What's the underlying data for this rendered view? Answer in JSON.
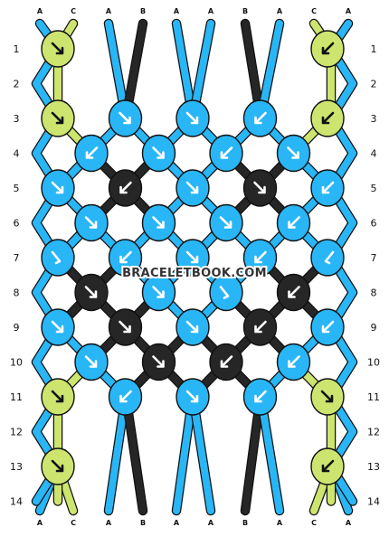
{
  "colors": {
    "A": "#29B6F6",
    "B": "#262626",
    "C": "#CDE56F"
  },
  "strings_top": [
    "A",
    "C",
    "A",
    "B",
    "A",
    "A",
    "B",
    "A",
    "C",
    "A"
  ],
  "strings_bottom": [
    "A",
    "C",
    "A",
    "B",
    "A",
    "A",
    "B",
    "A",
    "C",
    "A"
  ],
  "row_numbers": [
    "1",
    "2",
    "3",
    "4",
    "5",
    "6",
    "7",
    "8",
    "9",
    "10",
    "11",
    "12",
    "13",
    "14"
  ],
  "watermark": "BRACELETBOOK.COM",
  "rows": [
    {
      "knots": [
        {
          "color": "C",
          "dir": "right-down"
        },
        null,
        null,
        null,
        {
          "color": "C",
          "dir": "left-down"
        }
      ]
    },
    {
      "knots": []
    },
    {
      "knots": [
        {
          "color": "C",
          "dir": "right-down"
        },
        {
          "color": "A",
          "dir": "right-down"
        },
        {
          "color": "A",
          "dir": "right-down"
        },
        {
          "color": "A",
          "dir": "left-down"
        },
        {
          "color": "C",
          "dir": "left-down"
        }
      ]
    },
    {
      "knots": [
        {
          "color": "A",
          "dir": "left-down"
        },
        {
          "color": "A",
          "dir": "right-down"
        },
        {
          "color": "A",
          "dir": "left-down"
        },
        {
          "color": "A",
          "dir": "right-down"
        }
      ]
    },
    {
      "knots": [
        {
          "color": "A",
          "dir": "right-down"
        },
        {
          "color": "B",
          "dir": "left-down"
        },
        {
          "color": "A",
          "dir": "right-down"
        },
        {
          "color": "B",
          "dir": "right-down"
        },
        {
          "color": "A",
          "dir": "left-down"
        }
      ]
    },
    {
      "knots": [
        {
          "color": "A",
          "dir": "right-down"
        },
        {
          "color": "A",
          "dir": "right-down"
        },
        {
          "color": "A",
          "dir": "right-down"
        },
        {
          "color": "A",
          "dir": "left-down"
        }
      ]
    },
    {
      "knots": [
        {
          "color": "A",
          "dir": "left-right"
        },
        {
          "color": "A",
          "dir": "left-down"
        },
        {
          "color": "A",
          "dir": "right-down"
        },
        {
          "color": "A",
          "dir": "left-down"
        },
        {
          "color": "A",
          "dir": "right-left"
        }
      ]
    },
    {
      "knots": [
        {
          "color": "B",
          "dir": "right-down"
        },
        {
          "color": "A",
          "dir": "right-down"
        },
        {
          "color": "A",
          "dir": "left-right"
        },
        {
          "color": "B",
          "dir": "left-down"
        }
      ]
    },
    {
      "knots": [
        {
          "color": "A",
          "dir": "right-down"
        },
        {
          "color": "B",
          "dir": "right-down"
        },
        {
          "color": "A",
          "dir": "right-down"
        },
        {
          "color": "B",
          "dir": "left-down"
        },
        {
          "color": "A",
          "dir": "left-down"
        }
      ]
    },
    {
      "knots": [
        {
          "color": "A",
          "dir": "right-down"
        },
        {
          "color": "B",
          "dir": "right-down"
        },
        {
          "color": "B",
          "dir": "left-down"
        },
        {
          "color": "A",
          "dir": "left-down"
        }
      ]
    },
    {
      "knots": [
        {
          "color": "C",
          "dir": "right-down"
        },
        {
          "color": "A",
          "dir": "left-down"
        },
        {
          "color": "A",
          "dir": "right-down"
        },
        {
          "color": "A",
          "dir": "left-down"
        },
        {
          "color": "C",
          "dir": "right-down"
        }
      ]
    },
    {
      "knots": []
    },
    {
      "knots": [
        {
          "color": "C",
          "dir": "right-down"
        },
        null,
        null,
        null,
        {
          "color": "C",
          "dir": "left-down"
        }
      ]
    },
    {
      "knots": []
    }
  ]
}
